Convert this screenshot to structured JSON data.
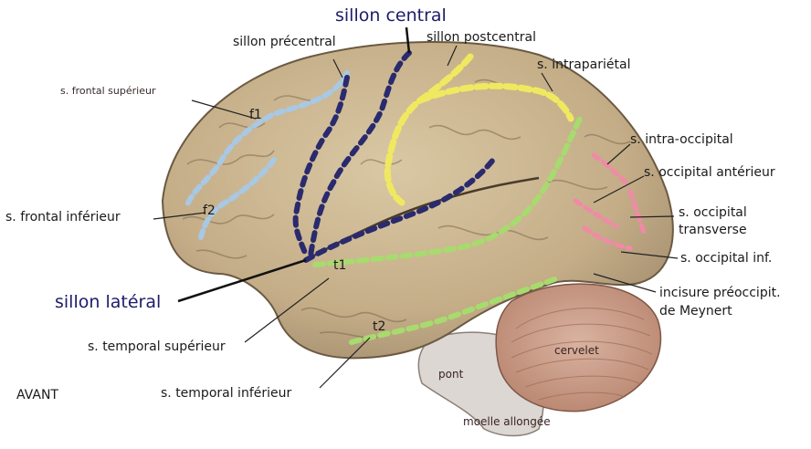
{
  "labels": {
    "central": "sillon central",
    "precentral": "sillon précentral",
    "postcentral": "sillon postcentral",
    "intraparietal": "s. intrapariétal",
    "frontal_sup": "s. frontal supérieur",
    "f1": "f1",
    "f2": "f2",
    "frontal_inf": "s. frontal inférieur",
    "intra_occipital": "s. intra-occipital",
    "occipital_ant": "s. occipital antérieur",
    "occipital_transverse_1": "s. occipital",
    "occipital_transverse_2": "transverse",
    "occipital_inf": "s. occipital inf.",
    "preoccipital_1": "incisure préoccipit.",
    "preoccipital_2": "de Meynert",
    "lateral": "sillon latéral",
    "t1": "t1",
    "t2": "t2",
    "temporal_sup": "s. temporal supérieur",
    "temporal_inf": "s. temporal inférieur",
    "avant": "AVANT",
    "pont": "pont",
    "cervelet": "cervelet",
    "moelle": "moelle allongée"
  },
  "colors": {
    "brain": "#c7b38f",
    "brain_edge": "#6b5a42",
    "cerebellum": "#c89c86",
    "brainstem": "#d9d4d0",
    "frontal_sulci": "#aecde6",
    "central": "#2a2a6e",
    "postcentral": "#f0ea6a",
    "temporal": "#a7db6e",
    "occipital": "#f08aa6",
    "label_blue": "#1c1c6b"
  }
}
